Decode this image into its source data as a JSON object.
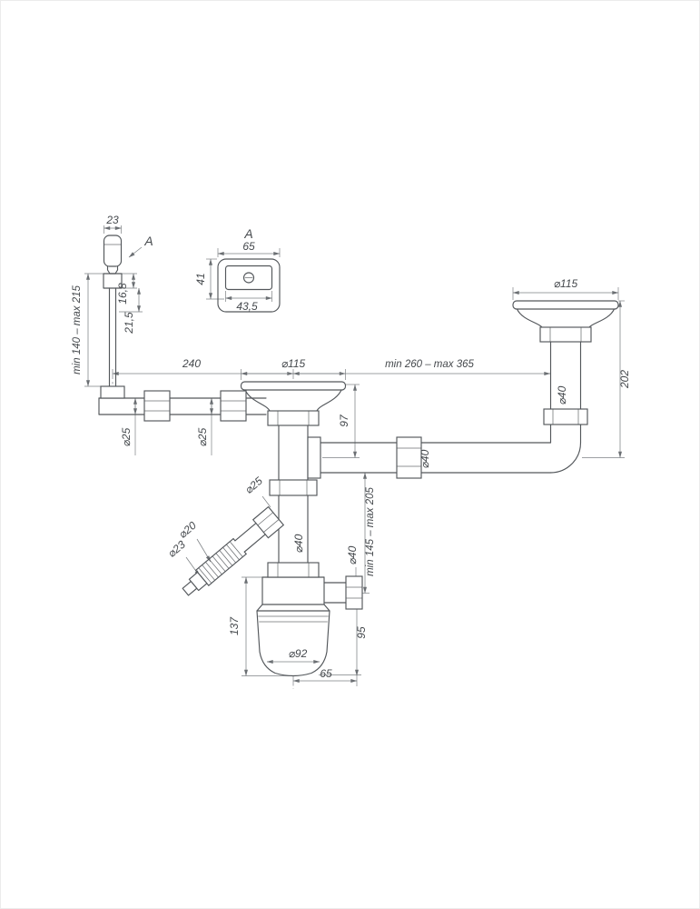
{
  "page": {
    "background": "#ffffff",
    "border_color": "#ececec"
  },
  "drawing": {
    "colors": {
      "line": "#53575b",
      "dim": "#7d8184",
      "text": "#45494d"
    },
    "labels": {
      "callout_a": "A",
      "dim_23": "23",
      "dim_16_8": "16,8",
      "dim_21_5": "21,5",
      "range_140_215": "min 140 – max 215",
      "dim_240": "240",
      "dia_25_a": "⌀25",
      "dia_25_b": "⌀25",
      "dia_115_center": "⌀115",
      "dim_97": "97",
      "range_260_365": "min 260 – max 365",
      "dia_115_right": "⌀115",
      "dim_202": "202",
      "dia_40_right_pipe": "⌀40",
      "dia_40_horizontal": "⌀40",
      "dia_25_hose": "⌀25",
      "dia_20_hose": "⌀20",
      "dia_23_hose": "⌀23",
      "dia_40_inlet": "⌀40",
      "range_145_205": "min 145 – max 205",
      "dia_40_outlet": "⌀40",
      "dim_137": "137",
      "dia_92": "⌀92",
      "dim_95": "95",
      "dim_65_outlet": "65",
      "detail_title": "A",
      "detail_65": "65",
      "detail_41": "41",
      "detail_43_5": "43,5"
    }
  }
}
